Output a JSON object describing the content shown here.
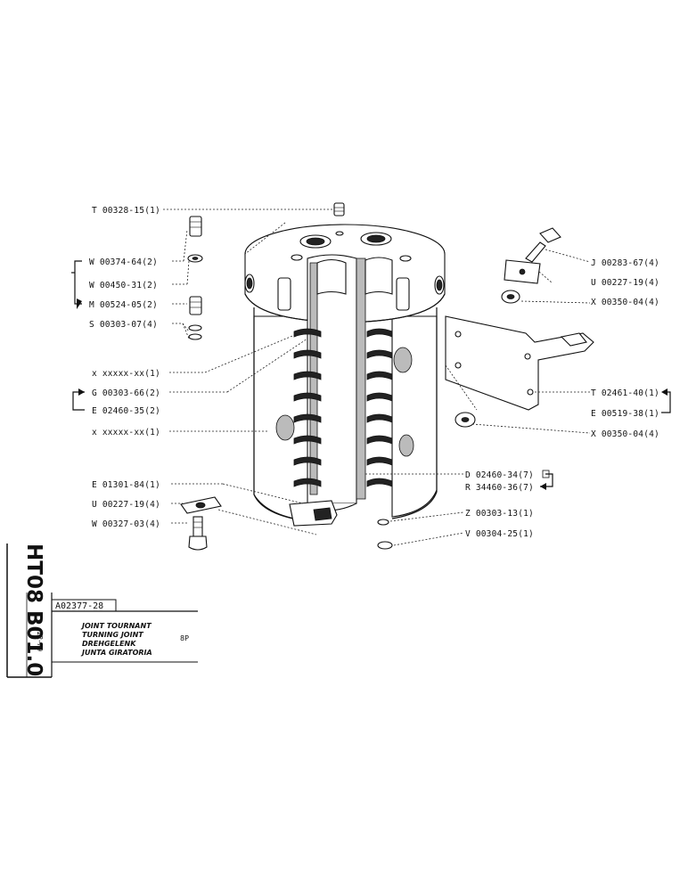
{
  "labels_left": [
    {
      "id": "T",
      "text": "T 00328-15(1)"
    },
    {
      "id": "W1",
      "text": "W 00374-64(2)"
    },
    {
      "id": "W2",
      "text": "W 00450-31(2)"
    },
    {
      "id": "M",
      "text": "M 00524-05(2)"
    },
    {
      "id": "S",
      "text": "S 00303-07(4)"
    },
    {
      "id": "X1",
      "text": "x xxxxx-xx(1)"
    },
    {
      "id": "G",
      "text": "G 00303-66(2)"
    },
    {
      "id": "E1",
      "text": "E 02460-35(2)"
    },
    {
      "id": "X2",
      "text": "x xxxxx-xx(1)"
    },
    {
      "id": "E2",
      "text": "E 01301-84(1)"
    },
    {
      "id": "U1",
      "text": "U 00227-19(4)"
    },
    {
      "id": "W3",
      "text": "W 00327-03(4)"
    }
  ],
  "labels_right": [
    {
      "id": "J",
      "text": "J 00283-67(4)"
    },
    {
      "id": "U2",
      "text": "U 00227-19(4)"
    },
    {
      "id": "X3",
      "text": "X 00350-04(4)"
    },
    {
      "id": "T2",
      "text": "T 02461-40(1)"
    },
    {
      "id": "E3",
      "text": "E 00519-38(1)"
    },
    {
      "id": "X4",
      "text": "X 00350-04(4)"
    },
    {
      "id": "D",
      "text": "D 02460-34(7)"
    },
    {
      "id": "R",
      "text": "R 34460-36(7)"
    },
    {
      "id": "Z",
      "text": "Z 00303-13(1)"
    },
    {
      "id": "V",
      "text": "V 00304-25(1)"
    }
  ],
  "title_block": {
    "reference": "A02377-28",
    "date": "12-79",
    "code": "8P",
    "lines": [
      "JOINT TOURNANT",
      "TURNING JOINT",
      "DREHGELENK",
      "JUNTA GIRATORIA"
    ]
  },
  "page_id": "HT08 B01.0"
}
